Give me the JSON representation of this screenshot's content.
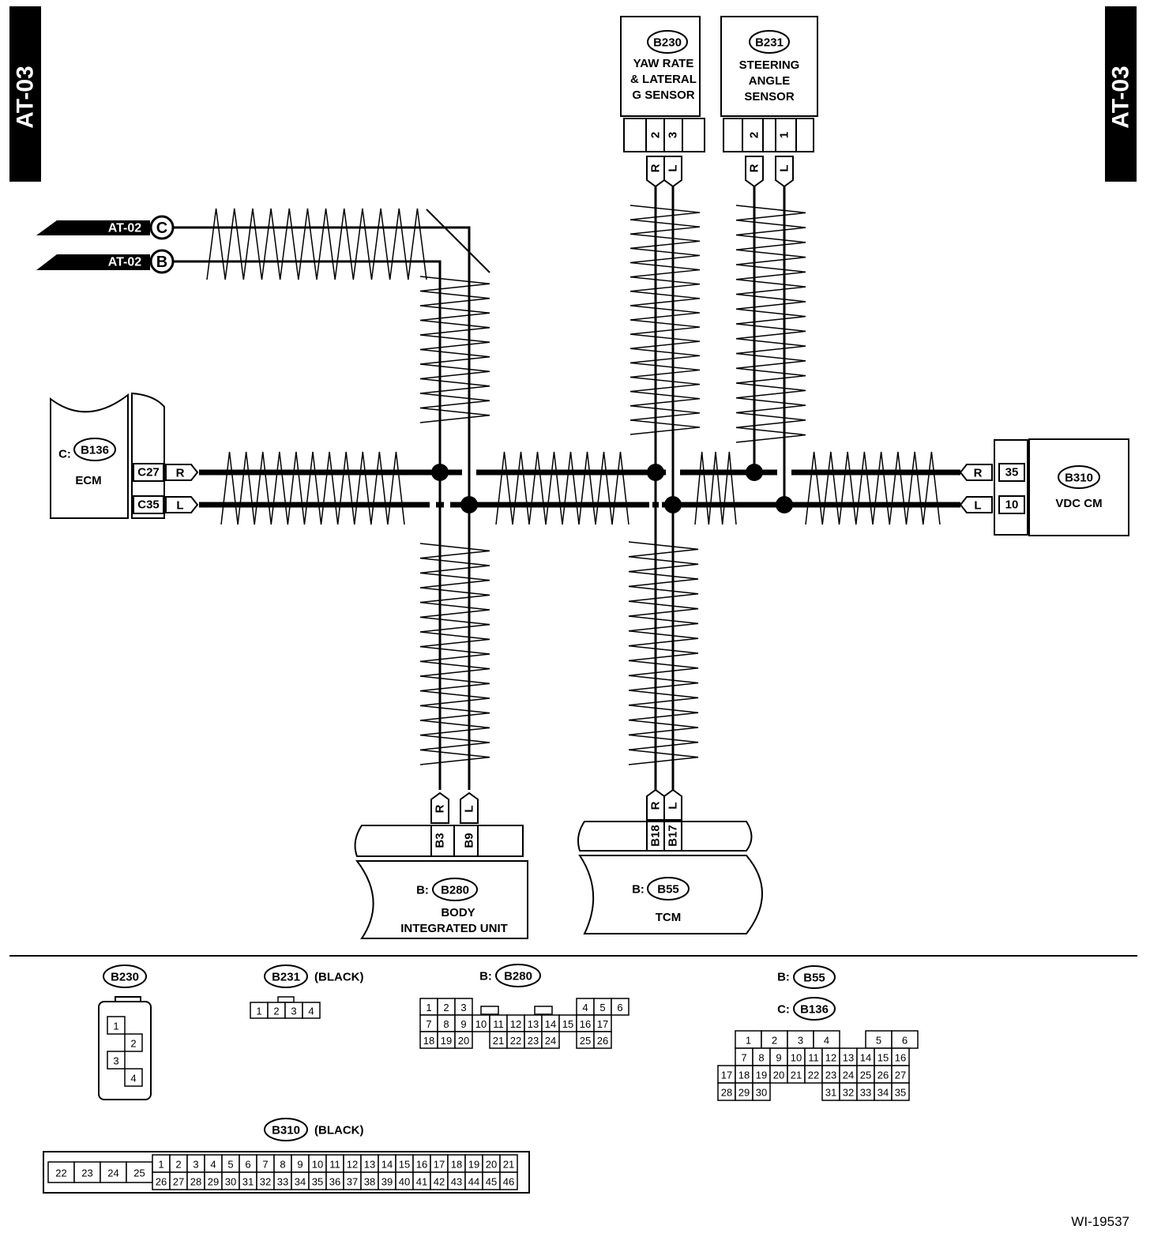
{
  "page": {
    "tab_left": "AT-03",
    "tab_right": "AT-03",
    "figure_id": "WI-19537"
  },
  "offpage": [
    {
      "ref": "AT-02",
      "letter": "C"
    },
    {
      "ref": "AT-02",
      "letter": "B"
    }
  ],
  "components": {
    "b230": {
      "code": "B230",
      "line1": "YAW RATE",
      "line2": "& LATERAL",
      "line3": "G SENSOR",
      "pins": [
        "2",
        "3"
      ]
    },
    "b231": {
      "code": "B231",
      "line1": "STEERING",
      "line2": "ANGLE",
      "line3": "SENSOR",
      "pins": [
        "2",
        "1"
      ]
    },
    "ecm": {
      "prefix": "C:",
      "code": "B136",
      "name": "ECM",
      "pins": [
        "C27",
        "C35"
      ]
    },
    "vdc": {
      "code": "B310",
      "name": "VDC CM",
      "pins": [
        "35",
        "10"
      ]
    },
    "biu": {
      "prefix": "B:",
      "code": "B280",
      "line1": "BODY",
      "line2": "INTEGRATED UNIT",
      "pins": [
        "B3",
        "B9"
      ]
    },
    "tcm": {
      "prefix": "B:",
      "code": "B55",
      "name": "TCM",
      "pins": [
        "B18",
        "B17"
      ]
    }
  },
  "wire_colors": {
    "r": "R",
    "l": "L"
  },
  "connectors": {
    "b230": {
      "code": "B230",
      "pins": [
        "1",
        "2",
        "3",
        "4"
      ]
    },
    "b231": {
      "code": "B231",
      "note": "(BLACK)",
      "pins": [
        "1",
        "2",
        "3",
        "4"
      ]
    },
    "b280": {
      "prefix": "B:",
      "code": "B280",
      "row1": [
        "1",
        "2",
        "3",
        "",
        "",
        "",
        "",
        "",
        "",
        "4",
        "5",
        "6"
      ],
      "row2": [
        "7",
        "8",
        "9",
        "10",
        "11",
        "12",
        "13",
        "14",
        "15",
        "16",
        "17"
      ],
      "row3": [
        "18",
        "19",
        "20",
        "",
        "21",
        "22",
        "23",
        "24",
        "",
        "25",
        "26"
      ]
    },
    "b55": {
      "prefix": "B:",
      "code": "B55",
      "prefix2": "C:",
      "code2": "B136",
      "row1": [
        "",
        "1",
        "2",
        "3",
        "4",
        "",
        "5",
        "6"
      ],
      "row2": [
        "",
        "7",
        "8",
        "9",
        "10",
        "11",
        "12",
        "13",
        "14",
        "15",
        "16"
      ],
      "row3": [
        "17",
        "18",
        "19",
        "20",
        "21",
        "22",
        "23",
        "24",
        "25",
        "26",
        "27"
      ],
      "row4": [
        "28",
        "29",
        "30",
        "",
        "",
        "",
        "31",
        "32",
        "33",
        "34",
        "35"
      ]
    },
    "b310": {
      "code": "B310",
      "note": "(BLACK)",
      "left": [
        "22",
        "23",
        "24",
        "25"
      ],
      "row1": [
        "1",
        "2",
        "3",
        "4",
        "5",
        "6",
        "7",
        "8",
        "9",
        "10",
        "11",
        "12",
        "13",
        "14",
        "15",
        "16",
        "17",
        "18",
        "19",
        "20",
        "21"
      ],
      "row2": [
        "26",
        "27",
        "28",
        "29",
        "30",
        "31",
        "32",
        "33",
        "34",
        "35",
        "36",
        "37",
        "38",
        "39",
        "40",
        "41",
        "42",
        "43",
        "44",
        "45",
        "46"
      ]
    }
  }
}
